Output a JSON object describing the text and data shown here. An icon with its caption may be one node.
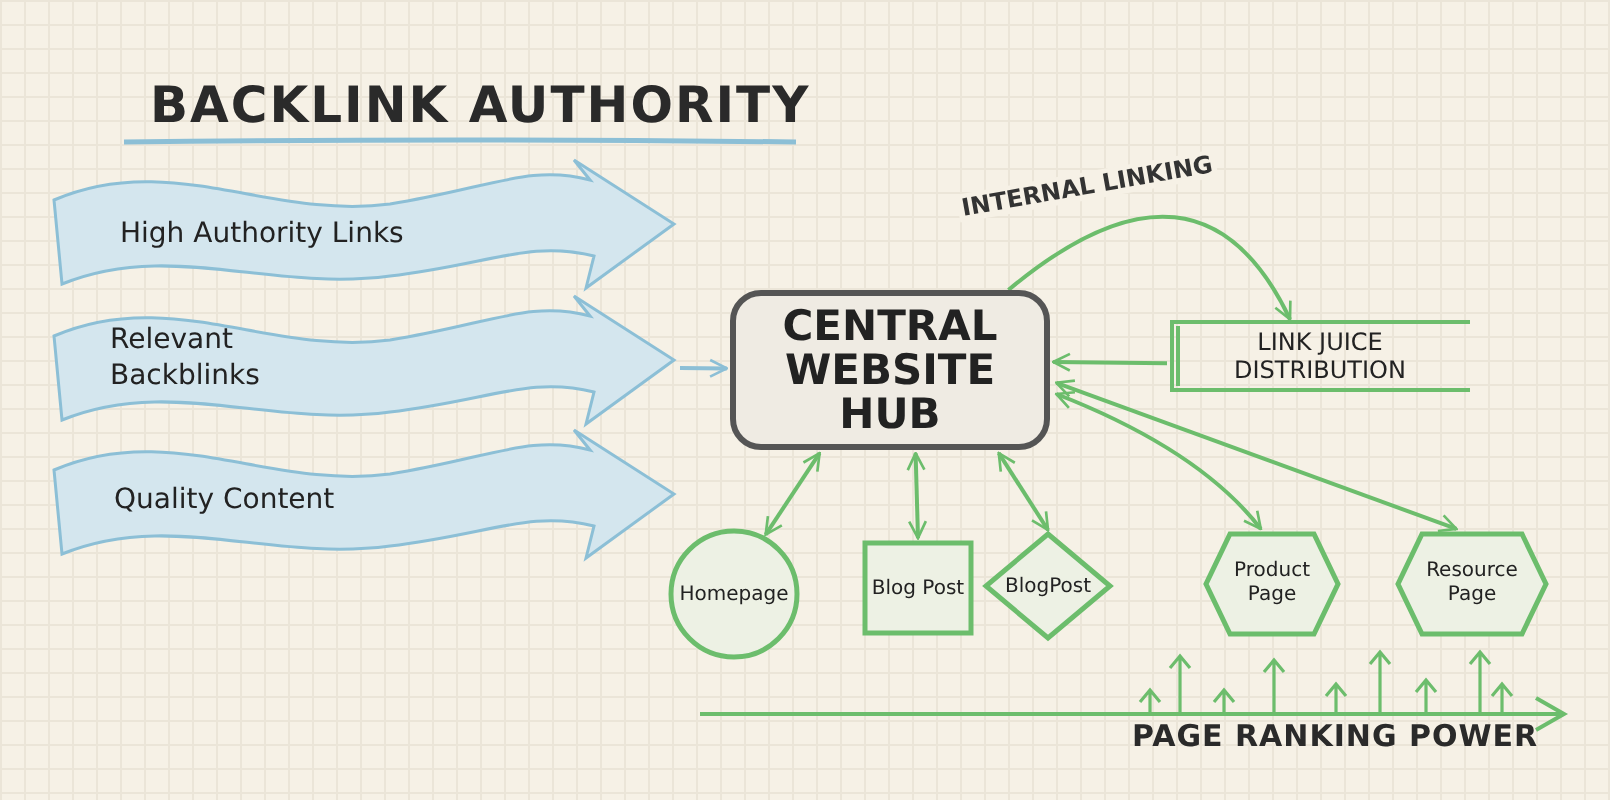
{
  "diagram": {
    "title": "BACKLINK AUTHORITY",
    "nodes": [
      {
        "text": [
          "High Authority Links"
        ]
      },
      {
        "text": [
          "Relevant Backblinks"
        ]
      },
      {
        "text": [
          "Quality Content"
        ]
      },
      {
        "text": [
          "CENTRAL WEBSITE HUB"
        ]
      },
      {
        "text": [
          "LINK JUICE DISTRIBUTION"
        ]
      },
      {
        "text": [
          "Homepage"
        ]
      },
      {
        "text": [
          "Blog Post"
        ]
      },
      {
        "text": [
          "BlogPost"
        ]
      },
      {
        "text": [
          "Product Page"
        ]
      },
      {
        "text": [
          "Resource Page"
        ]
      }
    ],
    "edges": [
      {
        "from": 1,
        "to": 3,
        "arrow": "to",
        "color": "#8cbfd6"
      },
      {
        "from": 3,
        "to": 4,
        "arrow": "to",
        "label": "INTERNAL LINKING"
      },
      {
        "from": 4,
        "to": 3,
        "arrow": "to"
      },
      {
        "from": 3,
        "to": 5,
        "arrow": "both"
      },
      {
        "from": 3,
        "to": 6,
        "arrow": "both"
      },
      {
        "from": 3,
        "to": 7,
        "arrow": "both"
      },
      {
        "from": 3,
        "to": 8,
        "arrow": "both"
      },
      {
        "from": 3,
        "to": 9,
        "arrow": "both"
      }
    ],
    "labels": [
      "PAGE RANKING POWER"
    ]
  }
}
